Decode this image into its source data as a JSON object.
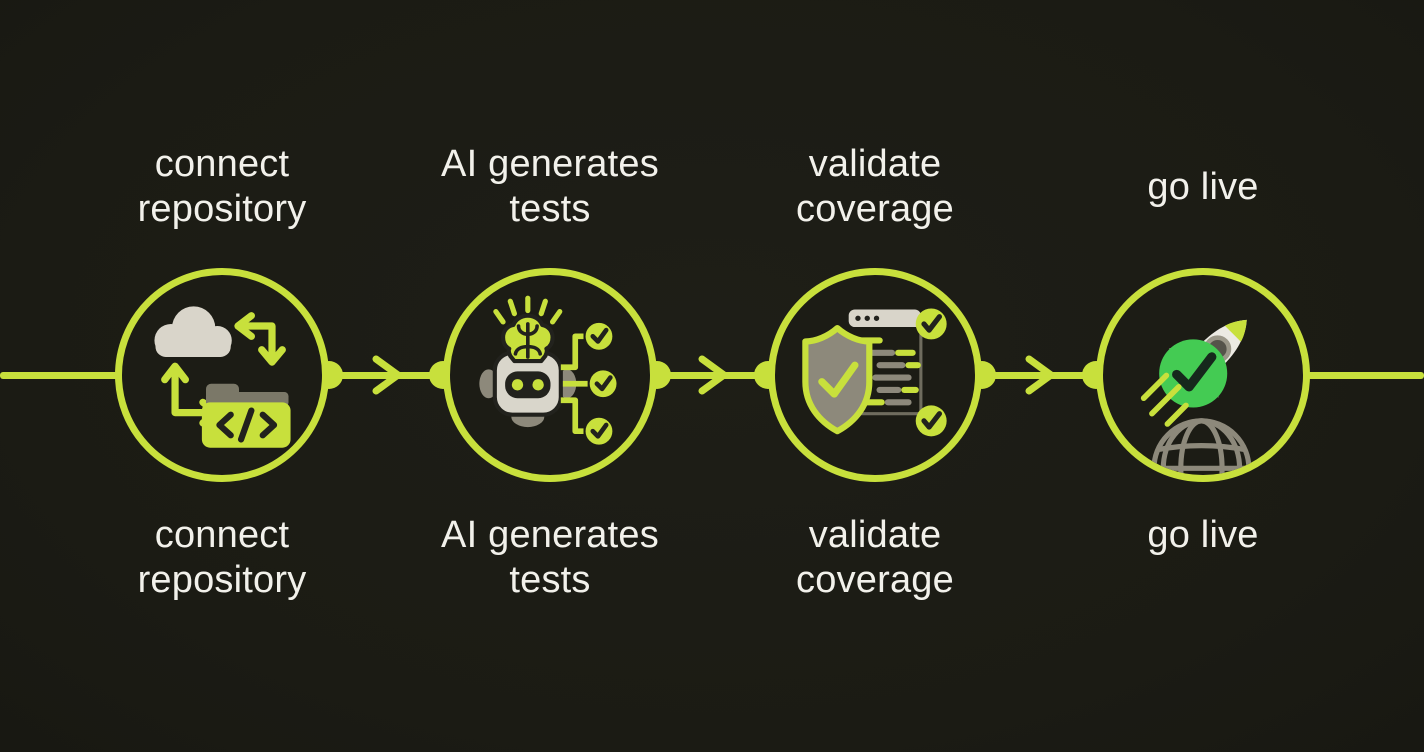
{
  "diagram": {
    "type": "pipeline-flow",
    "orientation": "horizontal",
    "step_count": 4
  },
  "colors": {
    "background": "#1c1c15",
    "accent_lime": "#c8e03c",
    "text": "#f2f1eb",
    "icon_light_gray": "#d9d5ca",
    "icon_mid_gray": "#8d897b",
    "icon_dark_outline": "#22221d",
    "success_green": "#44cb53"
  },
  "steps": [
    {
      "label": "connect repository",
      "icon": "cloud-sync-folder-icon"
    },
    {
      "label": "AI generates tests",
      "icon": "ai-robot-checks-icon"
    },
    {
      "label": "validate coverage",
      "icon": "shield-checklist-icon"
    },
    {
      "label": "go live",
      "icon": "rocket-globe-icon"
    }
  ],
  "connectors": {
    "dot_shape": "circle",
    "arrow_icon": "arrow-right-chevron-icon",
    "arrow_count": 3
  }
}
